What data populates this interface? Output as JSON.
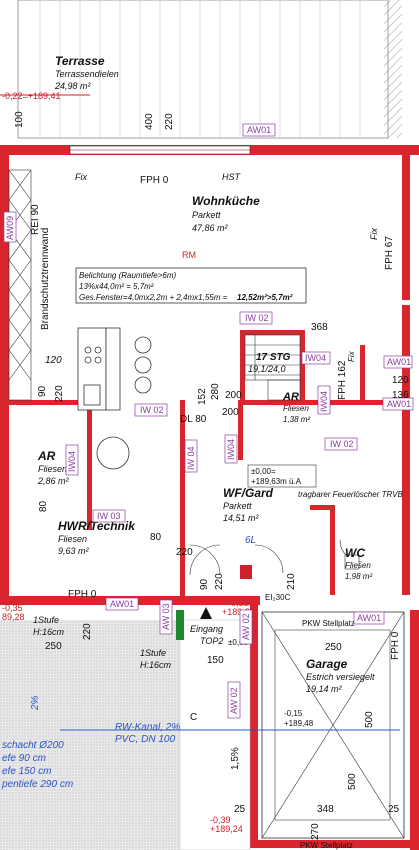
{
  "rooms": {
    "terrasse": {
      "title": "Terrasse",
      "sub": "Terrassendielen",
      "area": "24,98 m²"
    },
    "wohnkueche": {
      "title": "Wohnküche",
      "sub": "Parkett",
      "area": "47,86 m²"
    },
    "ar_left": {
      "title": "AR",
      "sub": "Fliesen",
      "area": "2,86 m²"
    },
    "hwr": {
      "title": "HWR/Technik",
      "sub": "Fliesen",
      "area": "9,63 m²"
    },
    "wf": {
      "title": "WF/Gard",
      "sub": "Parkett",
      "area": "14,51 m²"
    },
    "wc": {
      "title": "WC",
      "sub": "Fliesen",
      "area": "1,98 m²"
    },
    "ar_right": {
      "title": "AR",
      "sub": "Fliesen",
      "area": "1,38 m²"
    },
    "garage": {
      "title": "Garage",
      "sub": "Estrich versiegelt",
      "area": "19,14 m²"
    },
    "stair": {
      "title": "17 STG",
      "sub": "19,1/24,0"
    }
  },
  "belichtung": {
    "line1": "Belichtung (Raumtiefe>6m)",
    "line2": "13%x44,0m² = 5,7m²",
    "line3_a": "Ges.Fenster=4,0mx2,2m + 2,4mx1,55m =",
    "line3_b": "12,52m²>5,7m²"
  },
  "labels": {
    "brandschutz": "Brandschutztrennwand",
    "rei": "REI 90",
    "rm": "RM",
    "level": "±0,00=",
    "level_abs": "+189,63m ü.A",
    "feuerloescher": "tragbarer Feuerlöscher TRVB",
    "eingang": "Eingang",
    "top2": "TOP2",
    "kanal_line1": "RW-Kanal, 2%",
    "kanal_line2": "PVC, DN 100",
    "stufe1": "1Stufe",
    "stufe1_h": "H:16cm",
    "stufe2": "1Stufe",
    "stufe2_h": "H:16cm",
    "pkw_top": "PKW Stellplatz",
    "pkw_bottom": "PKW Stellplatz",
    "schacht1": "schacht Ø200",
    "schacht2": "efe 90 cm",
    "schacht3": "efe 150 cm",
    "schacht4": "pentiefe 290 cm",
    "six_l": "6L",
    "c_mark": "C",
    "el30c": "EI₂30C",
    "lvl_terr": "-0,22=+189,41",
    "lvl_left1": "-0,35",
    "lvl_left2": "89,28",
    "lvl_mid1": "-0,35",
    "lvl_mid2": "+189,27",
    "lvl_zero": "±0,00",
    "lvl_gar1": "-0,15",
    "lvl_gar2": "+189,48",
    "lvl_bot1": "-0,39",
    "lvl_bot2": "+189,24",
    "two_pct": "2%",
    "pct_15": "1,5%"
  },
  "tags": {
    "aw01_top": "AW01",
    "aw01_right": "AW01",
    "aw01_wc": "AW01",
    "aw01_bottom": "AW01",
    "aw01_gar": "AW01",
    "aw09": "AW09",
    "iw02_a": "IW 02",
    "iw02_b": "IW 02",
    "iw02_c": "IW 02",
    "iw03": "IW 03",
    "iw04_a": "IW04",
    "iw04_b": "IW04",
    "iw04_c": "IW 04",
    "iw04_d": "IW04",
    "iw04_e": "IW04",
    "aw02_a": "AW 02",
    "aw02_b": "AW 02",
    "aw03": "AW 03"
  },
  "dims": {
    "d100": "100",
    "d400": "400",
    "d220_top": "220",
    "fix1": "Fix",
    "fph0_top": "FPH 0",
    "hst": "HST",
    "fix2": "Fix",
    "fph67": "FPH 67",
    "d368": "368",
    "d120_l": "120",
    "d90": "90",
    "d220_l": "220",
    "d152": "152",
    "d280": "280",
    "d200": "200",
    "d200b": "200",
    "dl80": "DL 80",
    "fph162": "FPH 162",
    "fix3": "Fix",
    "d120_r": "120",
    "d136": "136",
    "d80_l": "80",
    "d80_m": "80",
    "d220_m": "220",
    "fph0_l": "FPH 0",
    "d90_m": "90",
    "d220_e": "220",
    "d210": "210",
    "d150": "150",
    "d250_l": "250",
    "d250_g": "250",
    "d348": "348",
    "d25_l": "25",
    "d25_r": "25",
    "d500": "500",
    "d270": "270",
    "fph0_g": "FPH 0",
    "d220_bot": "220",
    "d500_mid": "500"
  }
}
